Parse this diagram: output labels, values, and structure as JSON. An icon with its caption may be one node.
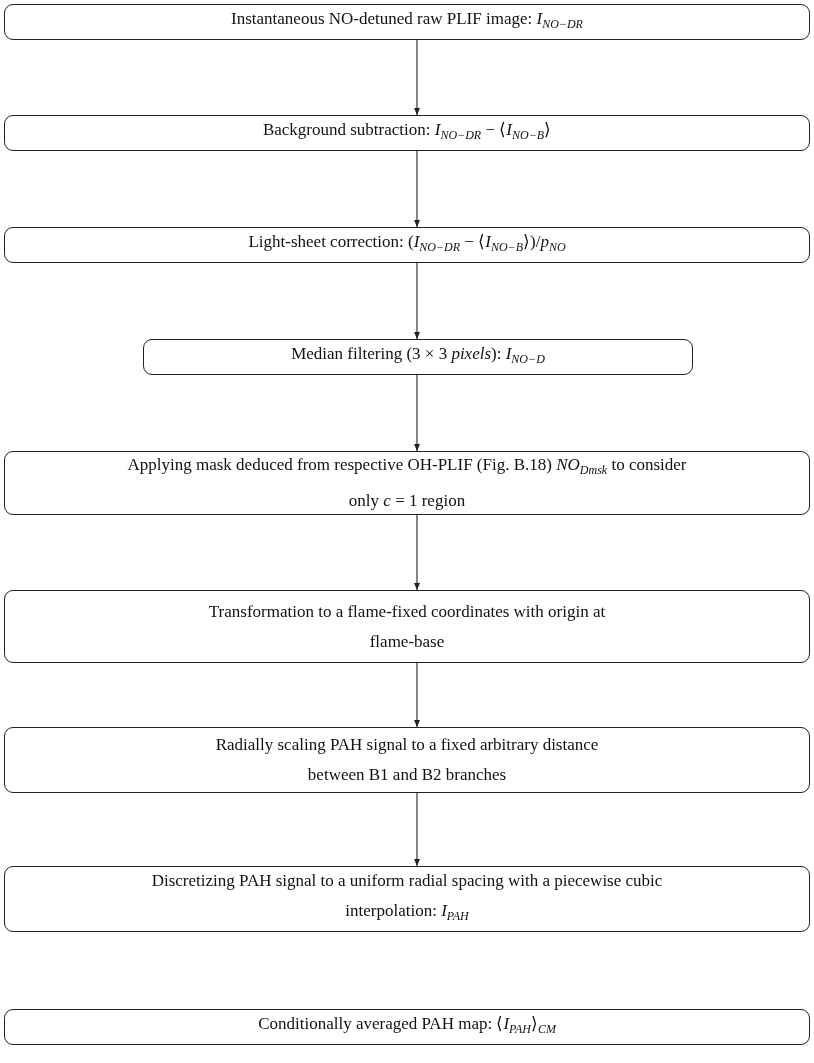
{
  "diagram": {
    "nodes": [
      {
        "text": [
          "Instantaneous NO-detuned raw PLIF image: *I*$_{NO−DR}$"
        ]
      },
      {
        "text": [
          "Background subtraction: *I*$_{NO−DR}$ − ⟨*I*$_{NO−B}$⟩"
        ]
      },
      {
        "text": [
          "Light-sheet correction: (*I*$_{NO−DR}$ − ⟨*I*$_{NO−B}$⟩)/*p*$_{NO}$"
        ]
      },
      {
        "text": [
          "Median filtering (3 × 3 *pixels*): *I*$_{NO−D}$"
        ]
      },
      {
        "text": [
          "Applying mask deduced from respective OH-PLIF (Fig. B.18) *NO*$_{Dmsk}$ to consider only *c* = 1 region"
        ]
      },
      {
        "text": [
          "Transformation to a flame-fixed coordinates with origin at flame-base"
        ]
      },
      {
        "text": [
          "Radially scaling PAH signal to a fixed arbitrary distance between B1 and B2 branches"
        ]
      },
      {
        "text": [
          "Discretizing PAH signal to a uniform radial spacing with a piecewise cubic interpolation: *I*$_{PAH}$"
        ]
      },
      {
        "text": [
          "Conditionally averaged PAH map: ⟨*I*$_{PAH}$⟩$_{CM}$"
        ]
      }
    ],
    "edges": [
      {
        "from": 0,
        "to": 1,
        "arrow": "to"
      },
      {
        "from": 1,
        "to": 2,
        "arrow": "to"
      },
      {
        "from": 2,
        "to": 3,
        "arrow": "to"
      },
      {
        "from": 3,
        "to": 4,
        "arrow": "to"
      },
      {
        "from": 4,
        "to": 5,
        "arrow": "to"
      },
      {
        "from": 5,
        "to": 6,
        "arrow": "to"
      },
      {
        "from": 6,
        "to": 7,
        "arrow": "to"
      }
    ]
  }
}
